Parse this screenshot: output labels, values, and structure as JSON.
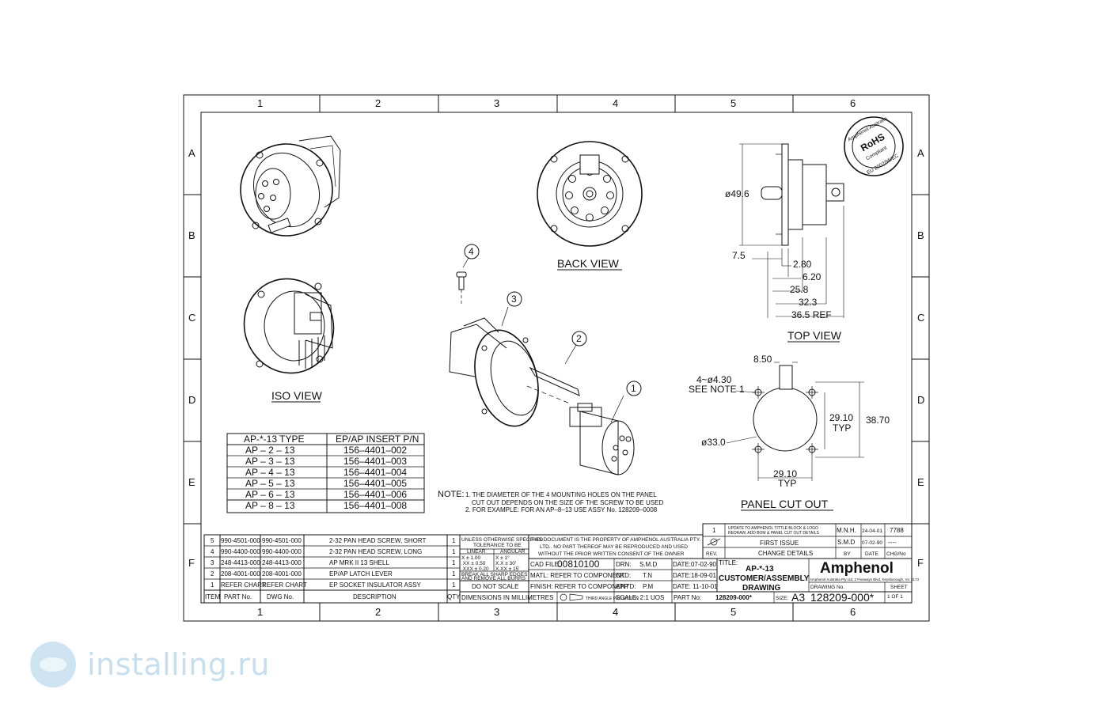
{
  "zones": {
    "columns": [
      "1",
      "2",
      "3",
      "4",
      "5",
      "6"
    ],
    "rows": [
      "A",
      "B",
      "C",
      "D",
      "E",
      "F"
    ]
  },
  "views": {
    "iso": "ISO VIEW",
    "back": "BACK VIEW",
    "top": "TOP VIEW",
    "panel": "PANEL CUT OUT"
  },
  "balloons": [
    "1",
    "2",
    "3",
    "4"
  ],
  "rohs": {
    "line1": "Amphenol Australia",
    "line2": "RoHS",
    "line3": "Compliant",
    "line4": "EU 2002/95/EC"
  },
  "top_dims": {
    "d1": "ø49.6",
    "d2": "7.5",
    "d3": "2.80",
    "d4": "6.20",
    "d5": "25.8",
    "d6": "32.3",
    "d7": "36.5 REF"
  },
  "panel_dims": {
    "d1": "8.50",
    "d2": "4~ø4.30",
    "d3": "SEE NOTE 1",
    "d4": "29.10",
    "d5": "TYP",
    "d6": "38.70",
    "d7": "ø33.0",
    "d8": "29.10",
    "d9": "TYP"
  },
  "type_table": {
    "headers": [
      "AP-*-13 TYPE",
      "EP/AP INSERT P/N"
    ],
    "rows": [
      [
        "AP – 2 – 13",
        "156–4401–002"
      ],
      [
        "AP – 3 – 13",
        "156–4401–003"
      ],
      [
        "AP – 4 – 13",
        "156–4401–004"
      ],
      [
        "AP – 5 – 13",
        "156–4401–005"
      ],
      [
        "AP – 6 – 13",
        "156–4401–006"
      ],
      [
        "AP – 8 – 13",
        "156–4401–008"
      ]
    ]
  },
  "notes": {
    "label": "NOTE:",
    "l1": "1. THE DIAMETER OF THE 4 MOUNTING HOLES ON THE PANEL",
    "l2": "CUT OUT DEPENDS ON THE SIZE OF THE SCREW TO BE USED",
    "l3": "2. FOR EXAMPLE: FOR AN AP–8–13 USE ASSY No. 128209–0008"
  },
  "bom": {
    "headers": [
      "ITEM",
      "PART No.",
      "DWG No.",
      "DESCRIPTION",
      "QTY"
    ],
    "rows": [
      [
        "5",
        "990-4501-000",
        "990-4501-000",
        "2-32 PAN HEAD SCREW, SHORT",
        "1"
      ],
      [
        "4",
        "990-4400-000",
        "990-4400-000",
        "2-32 PAN HEAD SCREW, LONG",
        "1"
      ],
      [
        "3",
        "248-4413-000",
        "248-4413-000",
        "AP MRK II 13 SHELL",
        "1"
      ],
      [
        "2",
        "208-4001-000",
        "208-4001-000",
        "EP/AP LATCH LEVER",
        "1"
      ],
      [
        "1",
        "REFER CHART",
        "REFER CHART",
        "EP SOCKET INSULATOR ASSY",
        "1"
      ]
    ]
  },
  "tolerance": {
    "t1": "UNLESS OTHERWISE SPECIFIED",
    "t2": "TOLERANCE TO BE",
    "linear": "LINEAR",
    "angular": "ANGULAR",
    "r1": "X   ± 1.00",
    "r2": ".XX ± 0.50",
    "r3": ".XXX ± 0.20",
    "a1": "X    ± 1°",
    "a2": "X.X  ± 30'",
    "a3": "X.XX ± 15'",
    "burrs1": "BREAK ALL SHARP EDGES",
    "burrs2": "AND REMOVE ALL BURRS",
    "noscale": "DO NOT SCALE",
    "dims": "DIMENSIONS IN MILLIMETRES",
    "projection": "THIRD ANGLE PROJECTION"
  },
  "property": {
    "l1": "THIS DOCUMENT IS THE PROPERTY OF AMPHENOL AUSTRALIA PTY.",
    "l2": "LTD.. NO PART THEREOF MAY BE REPRODUCED AND USED",
    "l3": "WITHOUT THE PRIOR WRITTEN CONSENT OF THE OWNER"
  },
  "title_block": {
    "cad_label": "CAD FILE:",
    "cad_value": "00810100",
    "drn_label": "DRN:",
    "drn_value": "S.M.D",
    "drn_date": "DATE:07-02-90",
    "matl_label": "MATL: REFER TO COMPONENT",
    "ckd_label": "CKD:",
    "ckd_value": "T.N",
    "ckd_date": "DATE:18-09-01",
    "finish_label": "FINISH: REFER TO COMPONENT",
    "appd_label": "APP'D:",
    "appd_value": "P.M",
    "appd_date": "DATE: 11-10-01",
    "scale": "SCALE: 2:1  UOS",
    "part_label": "PART No:",
    "part_value": "128209-000*",
    "title_label": "TITLE:",
    "title1": "AP-*-13",
    "title2": "CUSTOMER/ASSEMBLY",
    "title3": "DRAWING",
    "company": "Amphenol",
    "address": "Amphenol Australia Pty Ltd, 2 Fiveways Blvd, Keysborough, Vic 3173",
    "dwg_label": "DRAWING No.",
    "size_label": "SIZE:",
    "size_value": "A3",
    "dwg_value": "128209-000*",
    "sheet_label": "SHEET",
    "sheet_value": "1 OF 1"
  },
  "revisions": {
    "r1_no": "1",
    "r1_text1": "UPDATE TO AMPHENOL TITTLE BLOCK & LOGO",
    "r1_text2": "REDRAW, ADD BOM & PANEL CUT OUT DETAILS",
    "r1_by": "M.N.H.",
    "r1_date": "24-04-01",
    "r1_chg": "7788",
    "r0_no": "0",
    "r0_text": "FIRST ISSUE",
    "r0_by": "S.M.D",
    "r0_date": "07-02-90",
    "r0_chg": "----",
    "h_rev": "REV.",
    "h_text": "CHANGE DETAILS",
    "h_by": "BY",
    "h_date": "DATE",
    "h_chg": "CHG/No"
  },
  "watermark": "installing.ru"
}
